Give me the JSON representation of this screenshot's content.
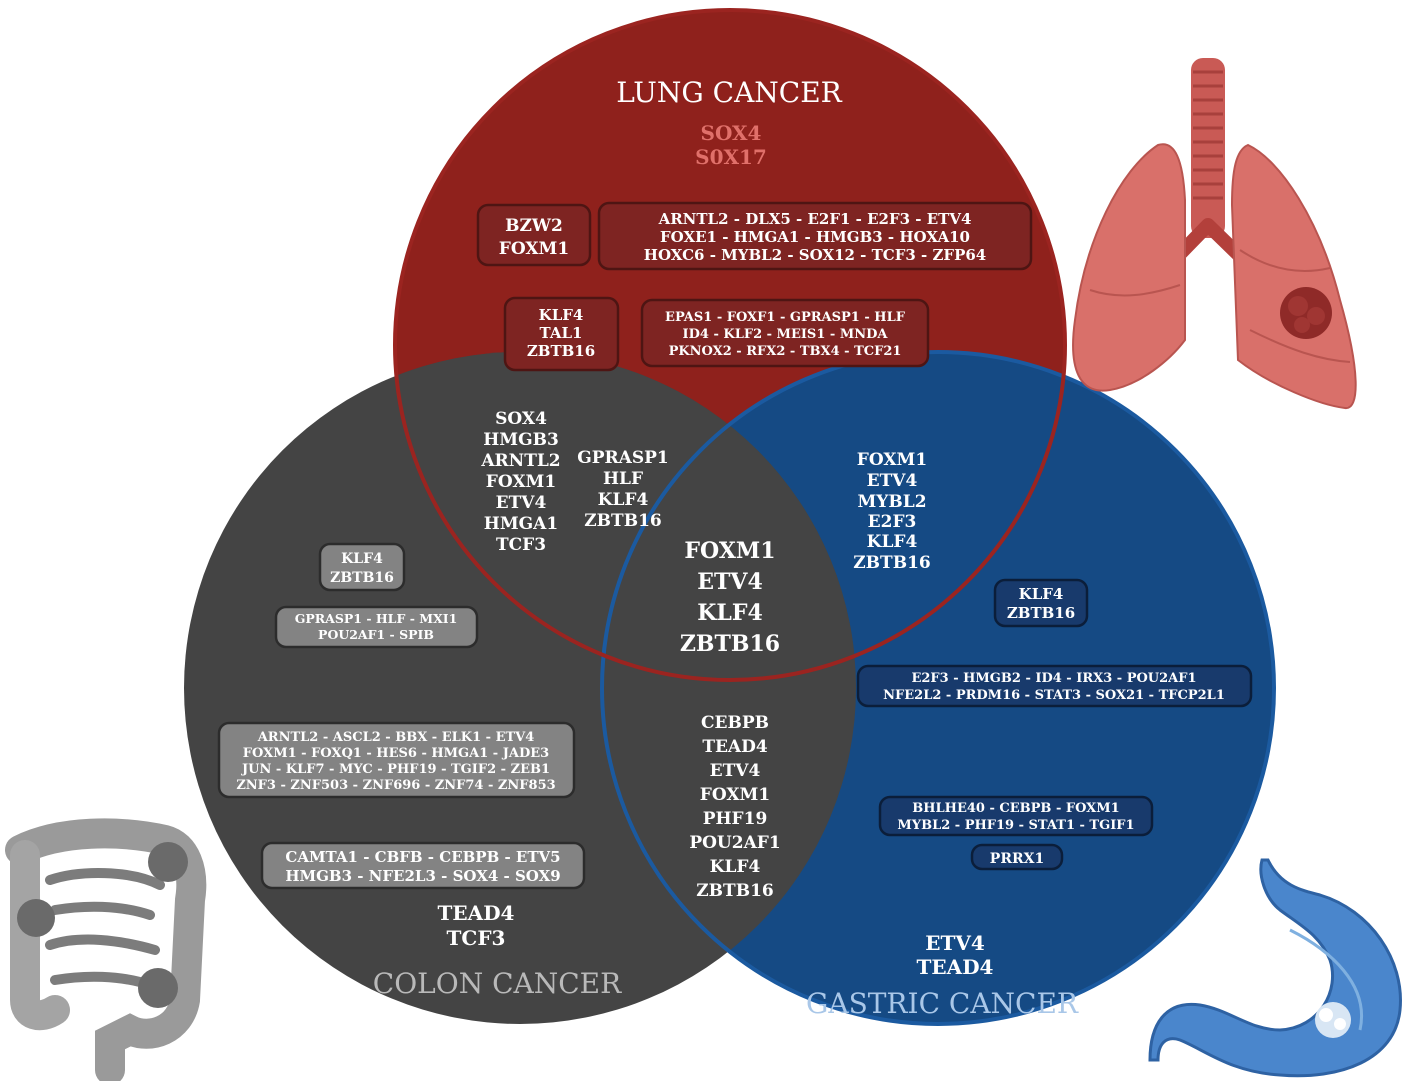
{
  "lung": {
    "title": "LUNG CANCER",
    "top_genes": [
      "SOX4",
      "S0X17"
    ],
    "box_a": [
      "BZW2",
      "FOXM1"
    ],
    "box_b": [
      "ARNTL2 - DLX5 - E2F1 - E2F3 - ETV4",
      "FOXE1 - HMGA1 - HMGB3 - HOXA10",
      "HOXC6 - MYBL2 - SOX12 - TCF3 - ZFP64"
    ],
    "box_c": [
      "KLF4",
      "TAL1",
      "ZBTB16"
    ],
    "box_d": [
      "EPAS1 - FOXF1 - GPRASP1 - HLF",
      "ID4 - KLF2 - MEIS1 - MNDA",
      "PKNOX2 -  RFX2 - TBX4 - TCF21"
    ]
  },
  "lung_colon": {
    "left": [
      "SOX4",
      "HMGB3",
      "ARNTL2",
      "FOXM1",
      "ETV4",
      "HMGA1",
      "TCF3"
    ],
    "right": [
      "GPRASP1",
      "HLF",
      "KLF4",
      "ZBTB16"
    ]
  },
  "lung_gastric": [
    "FOXM1",
    "ETV4",
    "MYBL2",
    "E2F3",
    "KLF4",
    "ZBTB16"
  ],
  "all_three": [
    "FOXM1",
    "ETV4",
    "KLF4",
    "ZBTB16"
  ],
  "colon_gastric": [
    "CEBPB",
    "TEAD4",
    "ETV4",
    "FOXM1",
    "PHF19",
    "POU2AF1",
    "KLF4",
    "ZBTB16"
  ],
  "colon": {
    "title": "COLON CANCER",
    "box_a": [
      "KLF4",
      "ZBTB16"
    ],
    "box_b": [
      "GPRASP1 - HLF - MXI1",
      "POU2AF1 - SPIB"
    ],
    "box_c": [
      "ARNTL2 - ASCL2 - BBX - ELK1 - ETV4",
      "FOXM1 - FOXQ1 - HES6 - HMGA1 - JADE3",
      "JUN - KLF7 - MYC - PHF19 - TGIF2 - ZEB1",
      "ZNF3 - ZNF503 - ZNF696 - ZNF74 - ZNF853"
    ],
    "box_d": [
      "CAMTA1 - CBFB - CEBPB - ETV5",
      "HMGB3 - NFE2L3 - SOX4 - SOX9"
    ],
    "bottom_genes": [
      "TEAD4",
      "TCF3"
    ]
  },
  "gastric": {
    "title": "GASTRIC CANCER",
    "box_a": [
      "KLF4",
      "ZBTB16"
    ],
    "box_b": [
      "E2F3 - HMGB2 - ID4 - IRX3 -  POU2AF1",
      "NFE2L2 - PRDM16  - STAT3 - SOX21 -  TFCP2L1"
    ],
    "box_c": [
      "BHLHE40 - CEBPB - FOXM1",
      "MYBL2 - PHF19 - STAT1 - TGIF1"
    ],
    "box_d": [
      "PRRX1"
    ],
    "bottom_genes": [
      "ETV4",
      "TEAD4"
    ]
  },
  "colors": {
    "lung": "#8f211c",
    "lung_box": "#7e2422",
    "lung_top_genes": "#e0706a",
    "colon": "#444444",
    "colon_box": "#838383",
    "colon_title": "#b9b9b9",
    "gastric": "#154a84",
    "gastric_box": "#183a6c",
    "gastric_title": "#a9c7e8",
    "organ_lung": "#d9706a",
    "organ_stomach": "#4a86cc",
    "organ_colon": "#9a9a9a"
  },
  "icons": [
    "lungs-icon",
    "stomach-icon",
    "colon-icon"
  ]
}
